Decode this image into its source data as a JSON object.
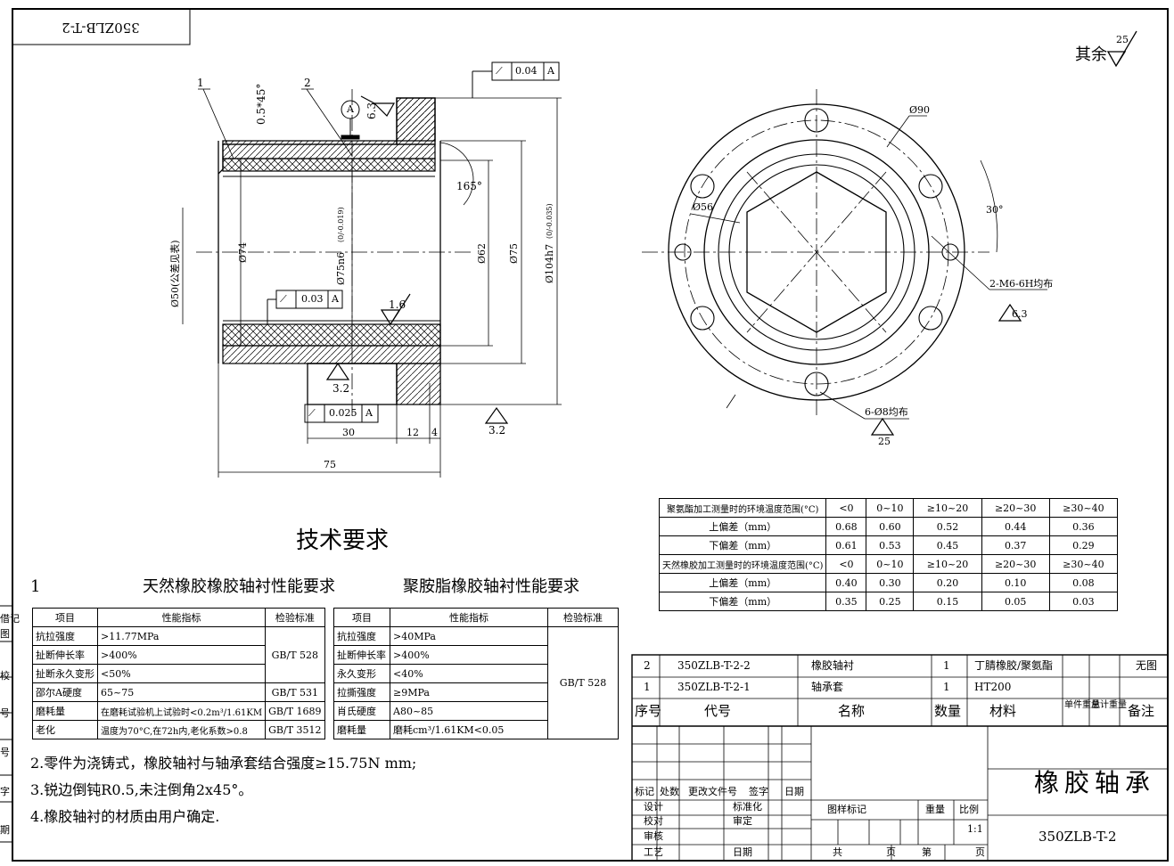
{
  "drawing_code_mirrored": "350ZLB-T-2",
  "roughness_other": {
    "label": "其余",
    "value": "25"
  },
  "side_view": {
    "balloons": [
      "1",
      "2"
    ],
    "chamfer": "0.5*45°",
    "datum": "A",
    "roughness_top": "6.3",
    "roughness_inner": "1.6",
    "roughness_bottom": "3.2",
    "roughness_right": "3.2",
    "tol_top": {
      "value": "0.04",
      "datum": "A"
    },
    "tol_mid": {
      "value": "0.03",
      "datum": "A"
    },
    "tol_bot": {
      "value": "0.025",
      "datum": "A"
    },
    "angle": "165°",
    "dims": {
      "d50": "Ø50(公差见表)",
      "d74": "Ø74",
      "d75n6": "Ø75n6",
      "d75n6_tol": "(0/-0.019)",
      "d62": "Ø62",
      "d75": "Ø75",
      "d104": "Ø104h7",
      "d104_tol": "(0/-0.035)",
      "len30": "30",
      "len12": "12",
      "len4": "4",
      "len75": "75"
    }
  },
  "front_view": {
    "d90": "Ø90",
    "d56": "Ø56",
    "angle": "30°",
    "thread": "2-M6-6H均布",
    "thread_rough": "6.3",
    "holes": "6-Ø8均布",
    "holes_rough": "25"
  },
  "tech": {
    "title": "技术要求",
    "item1": "1",
    "natural_title": "天然橡胶橡胶轴衬性能要求",
    "pu_title": "聚胺脂橡胶轴衬性能要求",
    "natural_headers": [
      "项目",
      "性能指标",
      "检验标准"
    ],
    "natural_rows": [
      [
        "抗拉强度",
        ">11.77MPa",
        "GB/T 528"
      ],
      [
        "扯断伸长率",
        ">400%",
        ""
      ],
      [
        "扯断永久变形",
        "<50%",
        ""
      ],
      [
        "邵尔A硬度",
        "65~75",
        "GB/T 531"
      ],
      [
        "磨耗量",
        "在磨耗试验机上试验时<0.2m³/1.61KM",
        "GB/T 1689"
      ],
      [
        "老化",
        "温度为70°C,在72h内,老化系数>0.8",
        "GB/T 3512"
      ]
    ],
    "pu_headers": [
      "项目",
      "性能指标",
      "检验标准"
    ],
    "pu_rows": [
      [
        "抗拉强度",
        ">40MPa",
        "GB/T 528"
      ],
      [
        "扯断伸长率",
        ">400%",
        ""
      ],
      [
        "永久变形",
        "<40%",
        ""
      ],
      [
        "拉撕强度",
        "≥9MPa",
        ""
      ],
      [
        "肖氏硬度",
        "A80~85",
        ""
      ],
      [
        "磨耗量",
        "磨耗cm³/1.61KM<0.05",
        ""
      ]
    ],
    "note2": "2.零件为浇铸式，橡胶轴衬与轴承套结合强度≥15.75N mm;",
    "note3": "3.锐边倒钝R0.5,未注倒角2x45°。",
    "note4": "4.橡胶轴衬的材质由用户确定."
  },
  "temp_table": {
    "headers": [
      "<0",
      "0~10",
      "≥10~20",
      "≥20~30",
      "≥30~40"
    ],
    "pu_label": "聚氨酯加工测量时的环境温度范围(°C)",
    "pu_upper_label": "上偏差（mm）",
    "pu_upper": [
      "0.68",
      "0.60",
      "0.52",
      "0.44",
      "0.36"
    ],
    "pu_lower_label": "下偏差（mm）",
    "pu_lower": [
      "0.61",
      "0.53",
      "0.45",
      "0.37",
      "0.29"
    ],
    "nr_label": "天然橡胶加工测量时的环境温度范围(°C)",
    "nr_upper_label": "上偏差（mm）",
    "nr_upper": [
      "0.40",
      "0.30",
      "0.20",
      "0.10",
      "0.08"
    ],
    "nr_lower_label": "下偏差（mm）",
    "nr_lower": [
      "0.35",
      "0.25",
      "0.15",
      "0.05",
      "0.03"
    ]
  },
  "bom": {
    "rows": [
      [
        "2",
        "350ZLB-T-2-2",
        "橡胶轴衬",
        "1",
        "丁腈橡胶/聚氨酯",
        "",
        "",
        "无图"
      ],
      [
        "1",
        "350ZLB-T-2-1",
        "轴承套",
        "1",
        "HT200",
        "",
        "",
        ""
      ]
    ],
    "headers": [
      "序号",
      "代号",
      "名称",
      "数量",
      "材料",
      "单件重量",
      "总计重量",
      "备注"
    ]
  },
  "title_block": {
    "part_name": "橡胶轴承",
    "drawing_no": "350ZLB-T-2",
    "scale": "1:1",
    "labels": {
      "mark": "标记",
      "count": "处数",
      "change_doc": "更改文件号",
      "sign": "签字",
      "date": "日期",
      "design": "设计",
      "check": "校对",
      "review": "审核",
      "process": "工艺",
      "standard": "标准化",
      "approve": "审定",
      "date2": "日期",
      "stage_mark": "图样标记",
      "weight": "重量",
      "ratio": "比例",
      "total": "共",
      "page": "页",
      "nth": "第",
      "page2": "页"
    }
  },
  "left_margin": [
    "借记",
    "图",
    "校",
    "号",
    "号",
    "字",
    "期"
  ]
}
